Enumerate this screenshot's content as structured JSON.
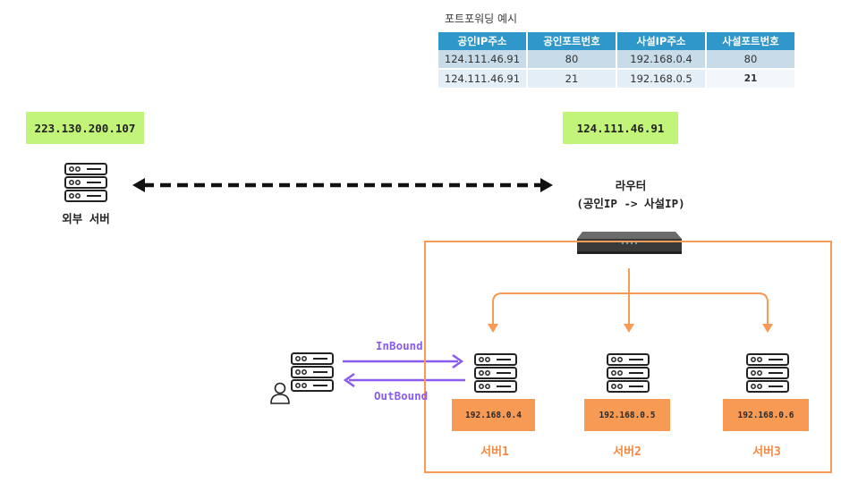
{
  "port_forwarding": {
    "title": "포트포워딩 예시",
    "headers": [
      "공인IP주소",
      "공인포트번호",
      "사설IP주소",
      "사설포트번호"
    ],
    "rows": [
      [
        "124.111.46.91",
        "80",
        "192.168.0.4",
        "80"
      ],
      [
        "124.111.46.91",
        "21",
        "192.168.0.5",
        "21"
      ]
    ]
  },
  "external_server": {
    "ip": "223.130.200.107",
    "label": "외부 서버"
  },
  "router": {
    "ip": "124.111.46.91",
    "label_line1": "라우터",
    "label_line2": "(공인IP -> 사설IP)"
  },
  "servers": [
    {
      "name": "서버1",
      "ip": "192.168.0.4"
    },
    {
      "name": "서버2",
      "ip": "192.168.0.5"
    },
    {
      "name": "서버3",
      "ip": "192.168.0.6"
    }
  ],
  "flows": {
    "inbound": "InBound",
    "outbound": "OutBound"
  },
  "colors": {
    "orange": "#f79a53",
    "green": "#c2f47a",
    "purple": "#8a5cf0",
    "table_header": "#2f97c9"
  }
}
